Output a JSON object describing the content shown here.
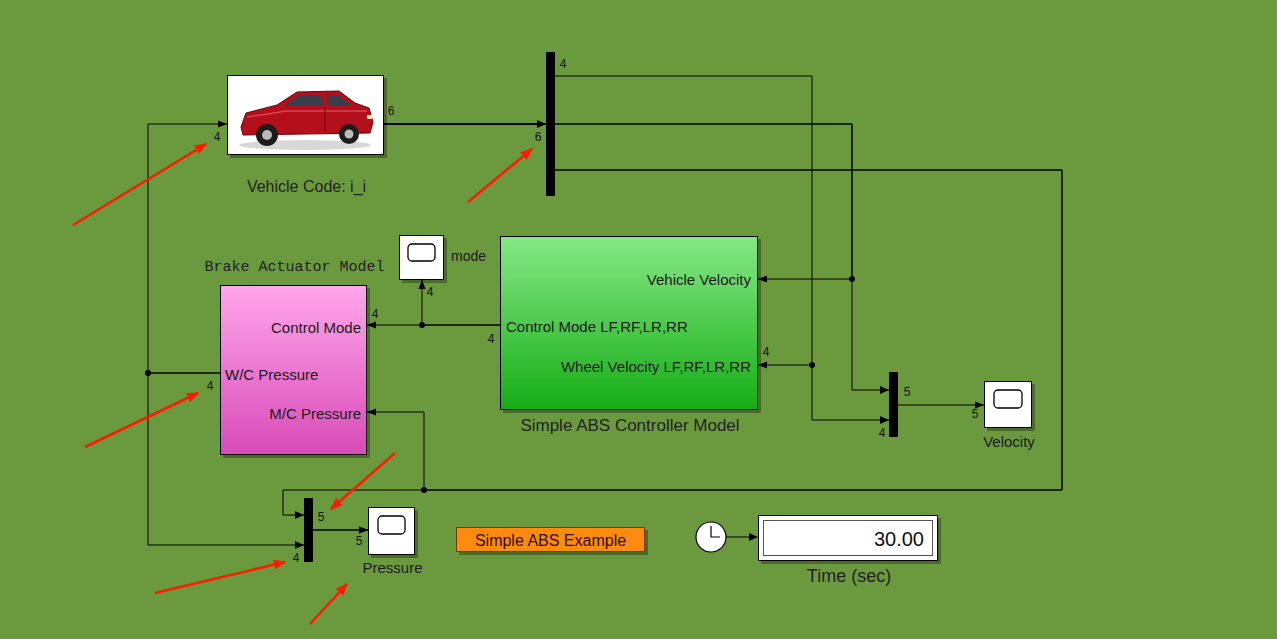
{
  "diagram": {
    "nodes": [
      {
        "text": [
          "Vehicle Code: i_i"
        ]
      },
      {
        "text": [
          "mode"
        ]
      },
      {
        "text": [
          "Brake Actuator Model",
          "Control Mode",
          "W/C Pressure",
          "M/C Pressure"
        ]
      },
      {
        "text": [
          "Vehicle Velocity",
          "Control Mode LF,RF,LR,RR",
          "Wheel Velocity LF,RF,LR,RR",
          "Simple ABS Controller Model"
        ]
      },
      {
        "text": [
          "Velocity"
        ]
      },
      {
        "text": [
          "Pressure"
        ]
      },
      {
        "text": [
          "Simple ABS Example"
        ]
      },
      {
        "text": [
          "30.00",
          "Time (sec)"
        ]
      }
    ],
    "edges": [
      {
        "from": 0,
        "to": 3,
        "arrow": "to"
      },
      {
        "from": 0,
        "to": 3,
        "arrow": "to"
      },
      {
        "from": 0,
        "to": 4,
        "arrow": "to"
      },
      {
        "from": 0,
        "to": 2,
        "arrow": "to"
      },
      {
        "from": 0,
        "to": 5,
        "arrow": "to"
      },
      {
        "from": 3,
        "to": 2,
        "arrow": "to"
      },
      {
        "from": 3,
        "to": 1,
        "arrow": "to"
      },
      {
        "from": 2,
        "to": 0,
        "arrow": "to"
      },
      {
        "from": 2,
        "to": 5,
        "arrow": "to"
      }
    ],
    "labels": [
      "4",
      "6",
      "4",
      "6",
      "4",
      "4",
      "4",
      "4",
      "4",
      "5",
      "5",
      "4",
      "5",
      "5",
      "4"
    ]
  }
}
